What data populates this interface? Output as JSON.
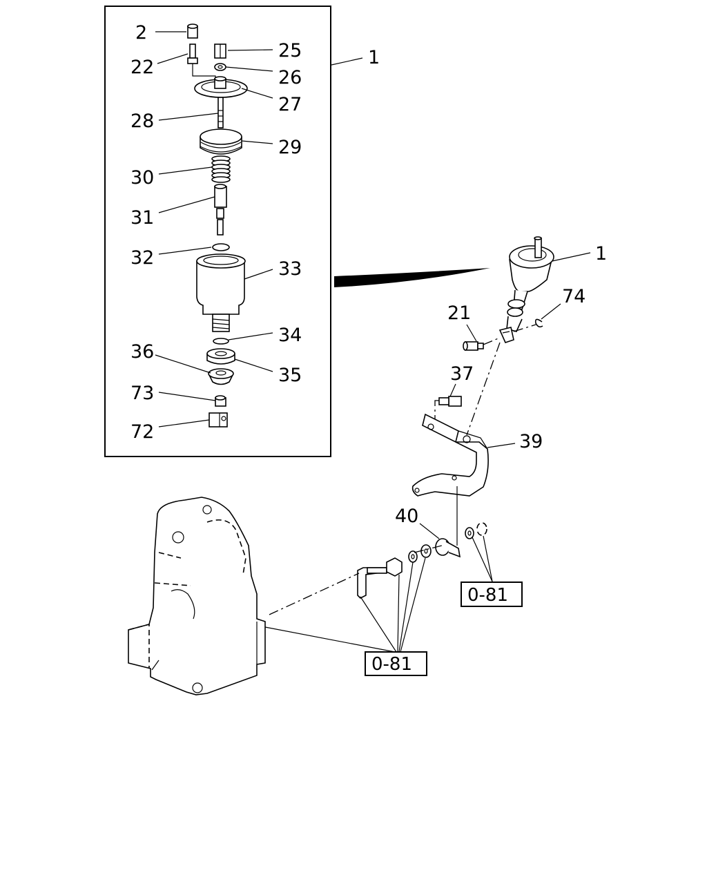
{
  "callouts": {
    "c2": "2",
    "c22": "22",
    "c25": "25",
    "c26": "26",
    "c1a": "1",
    "c27": "27",
    "c28": "28",
    "c29": "29",
    "c30": "30",
    "c31": "31",
    "c32": "32",
    "c33": "33",
    "c34": "34",
    "c36": "36",
    "c35": "35",
    "c73": "73",
    "c72": "72",
    "c1b": "1",
    "c74": "74",
    "c21": "21",
    "c37": "37",
    "c39": "39",
    "c40": "40"
  },
  "refs": {
    "ref_right": "0-81",
    "ref_bottom": "0-81"
  }
}
